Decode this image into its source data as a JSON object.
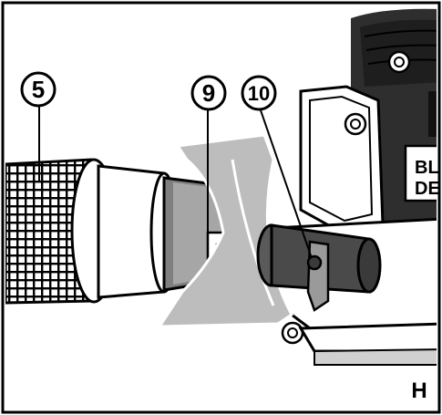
{
  "figure": {
    "panel_letter": "H",
    "callouts": [
      {
        "number": "5"
      },
      {
        "number": "9"
      },
      {
        "number": "10"
      }
    ],
    "brand_fragment_top": "BL",
    "brand_fragment_bottom": "DE"
  },
  "colors": {
    "frame": "#000000",
    "hose_mesh": "#000000",
    "hose_light": "#ffffff",
    "shield_gray": "#bdbdbd",
    "tube_gray": "#9a9a9a",
    "dark_gray": "#4a4a4a",
    "sander_body": "#2e2e2e"
  }
}
